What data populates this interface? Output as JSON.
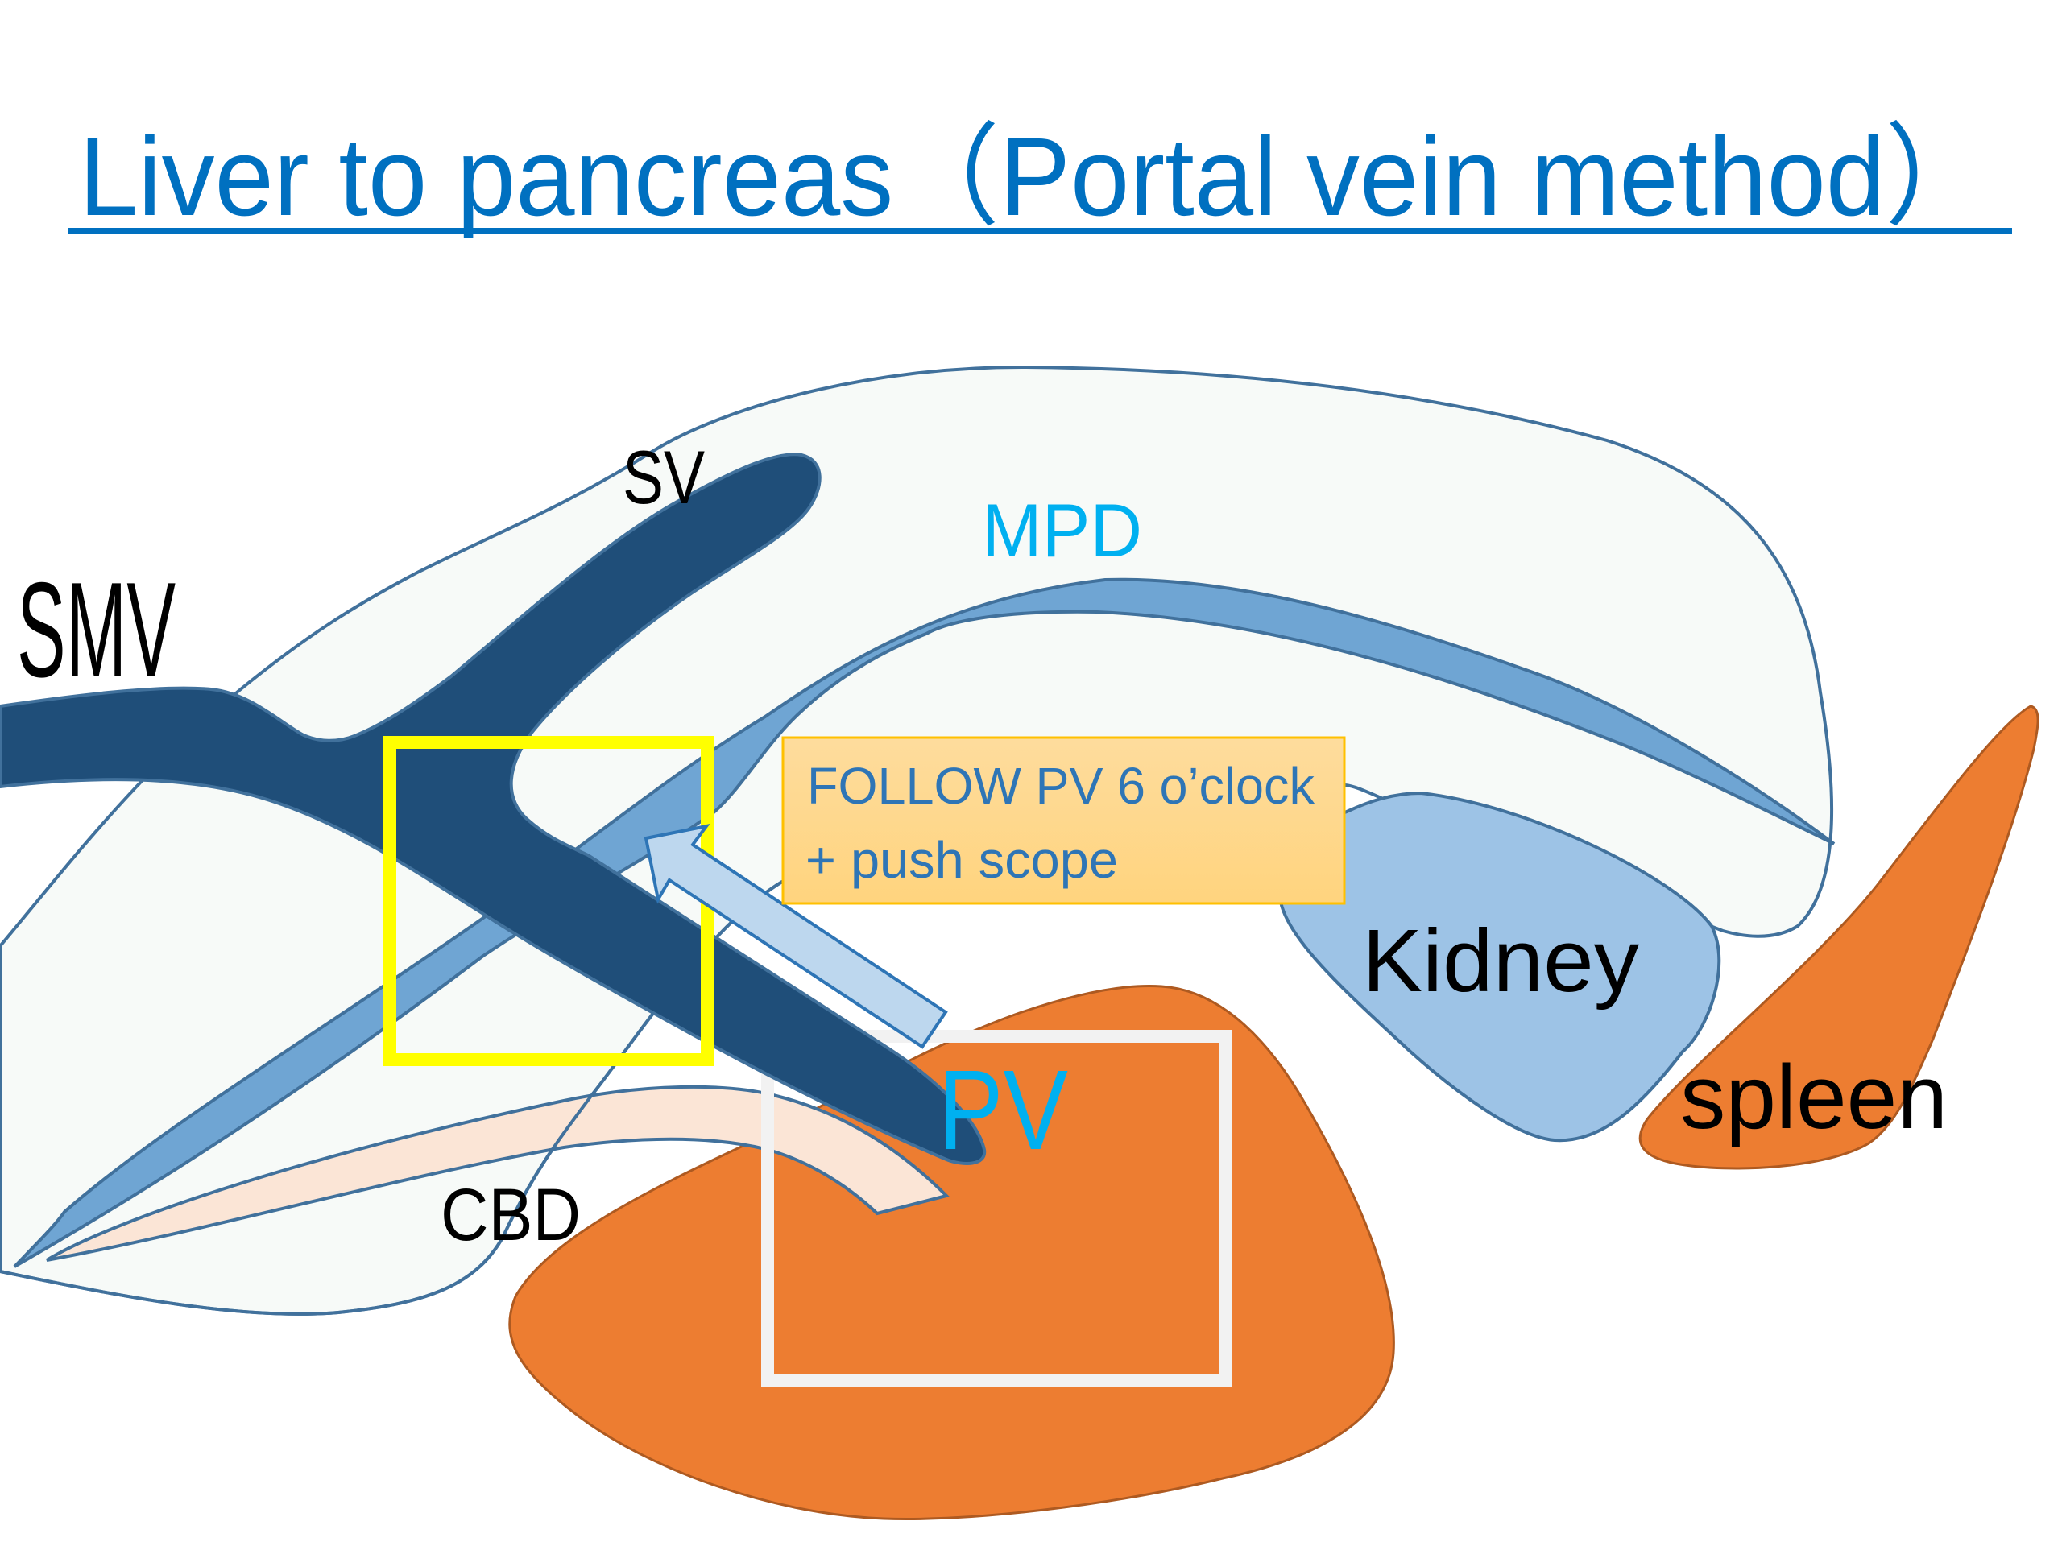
{
  "slide": {
    "title": "Liver to pancreas（Portal vein method）",
    "colors": {
      "title": "#0070C0",
      "background": "#FFFFFF",
      "pancreas_fill": "#F7FAF8",
      "outline_stroke": "#41719C",
      "vein": "#1F4E79",
      "mpd_duct": "#6FA5D3",
      "cbd_duct": "#FBE5D6",
      "kidney": "#9DC3E6",
      "orange_organ": "#ED7D31",
      "orange_stroke": "#AE5A21",
      "arrow_fill": "#BDD7EE",
      "arrow_stroke": "#2E75B6",
      "highlight_yellow": "#FFFF00",
      "highlight_white": "#F2F2F2",
      "note_fill": "#FFD88A",
      "note_border": "#FFC000",
      "note_text": "#2E75B6",
      "cyan_label": "#00B0F0"
    }
  },
  "diagram": {
    "labels": {
      "smv": "SMV",
      "sv": "SV",
      "mpd": "MPD",
      "kidney": "Kidney",
      "spleen": "spleen",
      "cbd": "CBD",
      "pv": "PV"
    },
    "note": {
      "line1": "FOLLOW PV 6 o’clock",
      "line2": "+ push scope"
    },
    "structures": [
      {
        "name": "pancreas",
        "shape": "pancreas-outline"
      },
      {
        "name": "superior mesenteric / splenic / portal vein",
        "shape": "vein-confluence"
      },
      {
        "name": "main pancreatic duct",
        "shape": "mpd-duct"
      },
      {
        "name": "common bile duct",
        "shape": "cbd-duct"
      },
      {
        "name": "kidney",
        "shape": "kidney-shape"
      },
      {
        "name": "spleen",
        "shape": "spleen-shape"
      },
      {
        "name": "liver (orange region)",
        "shape": "orange-organ"
      },
      {
        "name": "scope push direction",
        "shape": "direction-arrow"
      },
      {
        "name": "portal-vein focus area",
        "shape": "yellow-highlight-box"
      },
      {
        "name": "endoscopic view area",
        "shape": "white-highlight-box"
      }
    ]
  }
}
